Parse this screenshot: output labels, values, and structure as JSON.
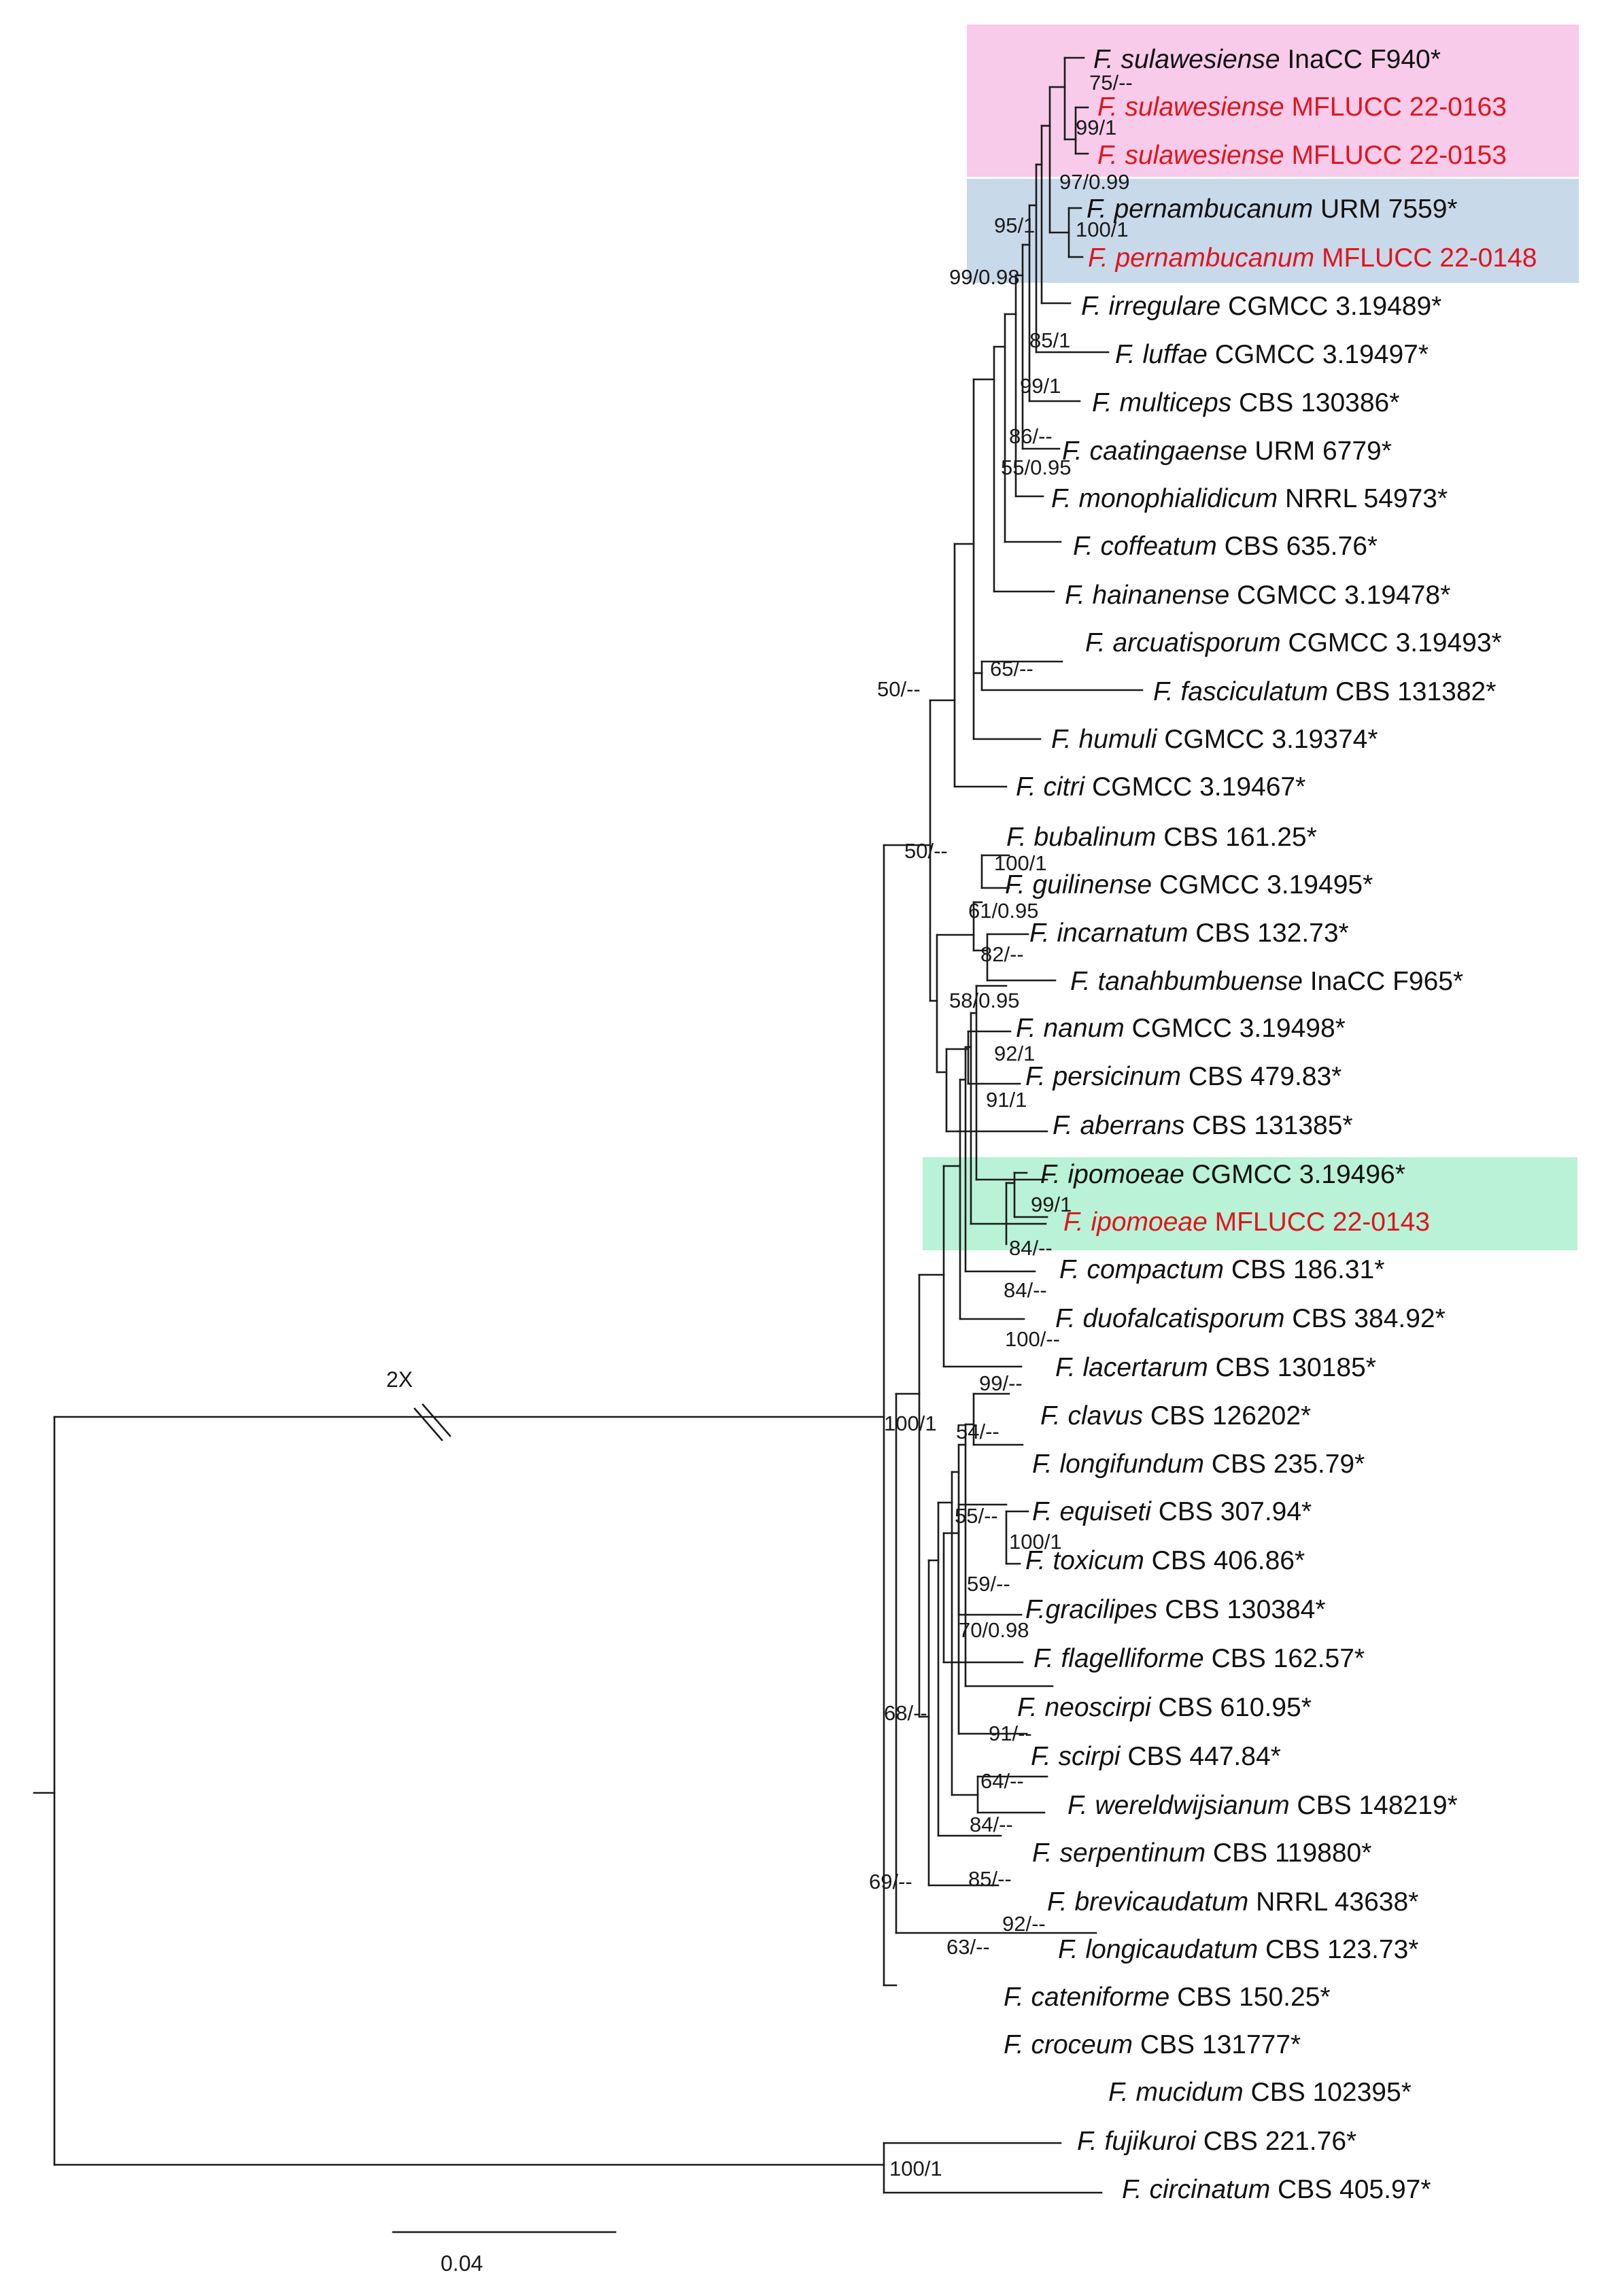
{
  "colors": {
    "novel_taxon": "#e0141e",
    "clade_sulawesiense": "#f7cbe9",
    "clade_pernambucanum": "#c8d9ea",
    "clade_ipomoeae": "#b9f2d6"
  },
  "scale_bar": {
    "label": "0.04"
  },
  "long_branch_break": {
    "label": "2X"
  },
  "taxa": [
    {
      "species": "F. sulawesiense",
      "strain": "InaCC F940*",
      "novel": false
    },
    {
      "species": "F. sulawesiense",
      "strain": "MFLUCC 22-0163",
      "novel": true
    },
    {
      "species": "F. sulawesiense",
      "strain": "MFLUCC 22-0153",
      "novel": true
    },
    {
      "species": "F. pernambucanum",
      "strain": "URM 7559*",
      "novel": false
    },
    {
      "species": "F. pernambucanum",
      "strain": "MFLUCC 22-0148",
      "novel": true
    },
    {
      "species": "F. irregulare",
      "strain": "CGMCC 3.19489*",
      "novel": false
    },
    {
      "species": "F. luffae",
      "strain": "CGMCC 3.19497*",
      "novel": false
    },
    {
      "species": "F. multiceps",
      "strain": "CBS 130386*",
      "novel": false
    },
    {
      "species": "F. caatingaense",
      "strain": "URM 6779*",
      "novel": false
    },
    {
      "species": "F. monophialidicum",
      "strain": "NRRL 54973*",
      "novel": false
    },
    {
      "species": "F. coffeatum",
      "strain": "CBS 635.76*",
      "novel": false
    },
    {
      "species": "F. hainanense",
      "strain": "CGMCC 3.19478*",
      "novel": false
    },
    {
      "species": "F. arcuatisporum",
      "strain": "CGMCC 3.19493*",
      "novel": false
    },
    {
      "species": "F. fasciculatum",
      "strain": "CBS 131382*",
      "novel": false
    },
    {
      "species": "F. humuli",
      "strain": "CGMCC 3.19374*",
      "novel": false
    },
    {
      "species": "F. citri",
      "strain": "CGMCC 3.19467*",
      "novel": false
    },
    {
      "species": "F. bubalinum",
      "strain": "CBS 161.25*",
      "novel": false
    },
    {
      "species": "F. guilinense",
      "strain": "CGMCC 3.19495*",
      "novel": false
    },
    {
      "species": "F. incarnatum",
      "strain": "CBS 132.73*",
      "novel": false
    },
    {
      "species": "F. tanahbumbuense",
      "strain": "InaCC F965*",
      "novel": false
    },
    {
      "species": "F. nanum",
      "strain": "CGMCC 3.19498*",
      "novel": false
    },
    {
      "species": "F. persicinum",
      "strain": "CBS 479.83*",
      "novel": false
    },
    {
      "species": "F. aberrans",
      "strain": "CBS 131385*",
      "novel": false
    },
    {
      "species": "F. ipomoeae",
      "strain": "CGMCC 3.19496*",
      "novel": false
    },
    {
      "species": "F. ipomoeae",
      "strain": "MFLUCC 22-0143",
      "novel": true
    },
    {
      "species": "F. compactum",
      "strain": "CBS 186.31*",
      "novel": false
    },
    {
      "species": "F. duofalcatisporum",
      "strain": "CBS 384.92*",
      "novel": false
    },
    {
      "species": "F. lacertarum",
      "strain": "CBS 130185*",
      "novel": false
    },
    {
      "species": "F. clavus",
      "strain": "CBS 126202*",
      "novel": false
    },
    {
      "species": "F. longifundum",
      "strain": "CBS 235.79*",
      "novel": false
    },
    {
      "species": "F. equiseti",
      "strain": "CBS 307.94*",
      "novel": false
    },
    {
      "species": "F. toxicum",
      "strain": "CBS 406.86*",
      "novel": false
    },
    {
      "species": "F.gracilipes",
      "strain": "CBS 130384*",
      "novel": false
    },
    {
      "species": "F. flagelliforme",
      "strain": "CBS 162.57*",
      "novel": false
    },
    {
      "species": "F. neoscirpi",
      "strain": "CBS 610.95*",
      "novel": false
    },
    {
      "species": "F. scirpi",
      "strain": "CBS 447.84*",
      "novel": false
    },
    {
      "species": "F. wereldwijsianum",
      "strain": "CBS 148219*",
      "novel": false
    },
    {
      "species": "F. serpentinum",
      "strain": "CBS 119880*",
      "novel": false
    },
    {
      "species": "F. brevicaudatum",
      "strain": "NRRL 43638*",
      "novel": false
    },
    {
      "species": "F. longicaudatum",
      "strain": "CBS 123.73*",
      "novel": false
    },
    {
      "species": "F. cateniforme",
      "strain": "CBS 150.25*",
      "novel": false
    },
    {
      "species": "F. croceum",
      "strain": "CBS 131777*",
      "novel": false
    },
    {
      "species": "F. mucidum",
      "strain": "CBS 102395*",
      "novel": false
    },
    {
      "species": "F. fujikuroi",
      "strain": "CBS 221.76*",
      "novel": false
    },
    {
      "species": "F. circinatum",
      "strain": "CBS 405.97*",
      "novel": false
    }
  ],
  "supports": [
    "75/--",
    "99/1",
    "97/0.99",
    "100/1",
    "95/1",
    "99/0.98",
    "85/1",
    "99/1",
    "86/--",
    "55/0.95",
    "65/--",
    "50/--",
    "50/--",
    "100/1",
    "61/0.95",
    "82/--",
    "58/0.95",
    "92/1",
    "91/1",
    "99/1",
    "84/--",
    "84/--",
    "100/--",
    "99/--",
    "100/1",
    "54/--",
    "55/--",
    "100/1",
    "59/--",
    "70/0.98",
    "68/--",
    "91/--",
    "64/--",
    "84/--",
    "85/--",
    "92/--",
    "63/--",
    "69/--",
    "100/1"
  ]
}
